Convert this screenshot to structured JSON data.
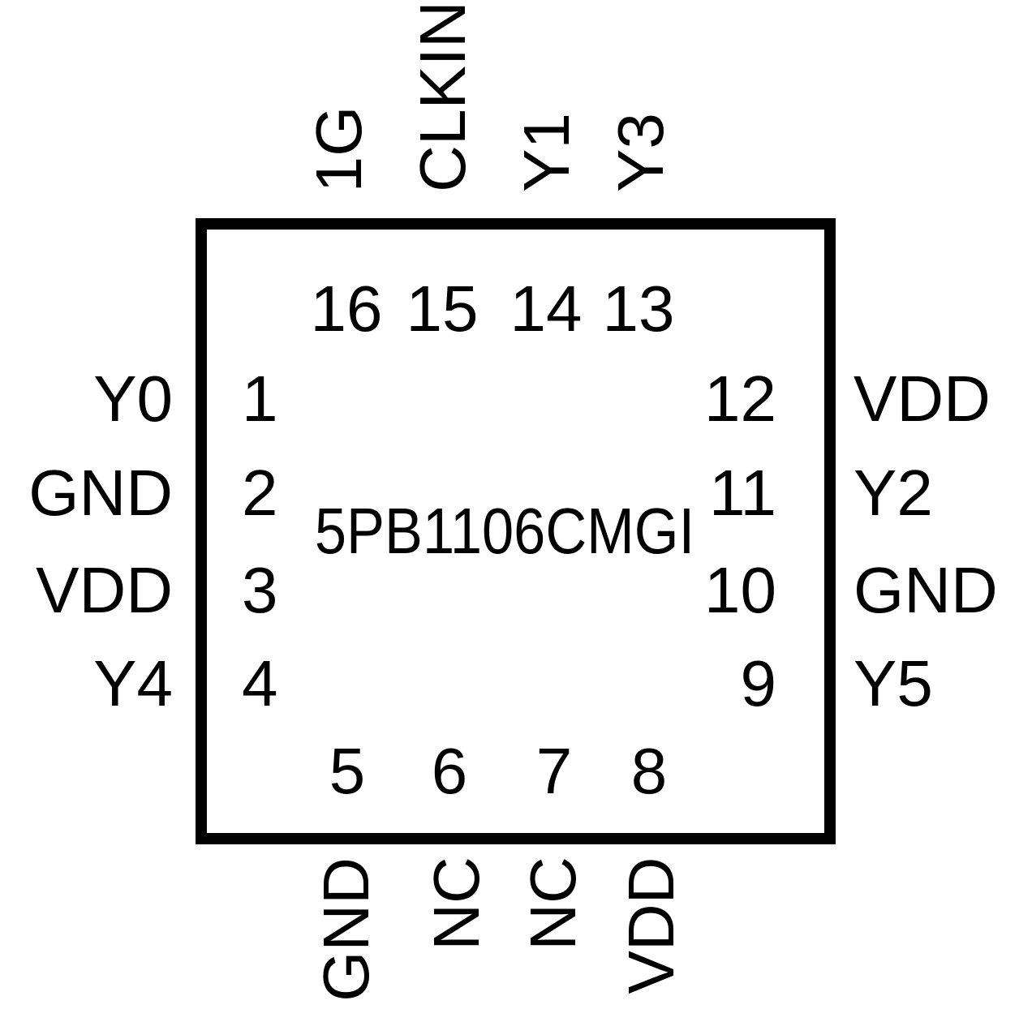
{
  "part_number": "5PB1106CMGI",
  "package": {
    "type": "16-pin quad flat package pinout (top view)",
    "top_pins": [
      {
        "num": "16",
        "label": "1G"
      },
      {
        "num": "15",
        "label": "CLKIN"
      },
      {
        "num": "14",
        "label": "Y1"
      },
      {
        "num": "13",
        "label": "Y3"
      }
    ],
    "left_pins": [
      {
        "num": "1",
        "label": "Y0"
      },
      {
        "num": "2",
        "label": "GND"
      },
      {
        "num": "3",
        "label": "VDD"
      },
      {
        "num": "4",
        "label": "Y4"
      }
    ],
    "right_pins": [
      {
        "num": "12",
        "label": "VDD"
      },
      {
        "num": "11",
        "label": "Y2"
      },
      {
        "num": "10",
        "label": "GND"
      },
      {
        "num": "9",
        "label": "Y5"
      }
    ],
    "bottom_pins": [
      {
        "num": "5",
        "label": "GND"
      },
      {
        "num": "6",
        "label": "NC"
      },
      {
        "num": "7",
        "label": "NC"
      },
      {
        "num": "8",
        "label": "VDD"
      }
    ]
  },
  "colors": {
    "ink": "#000000",
    "background": "#ffffff"
  }
}
